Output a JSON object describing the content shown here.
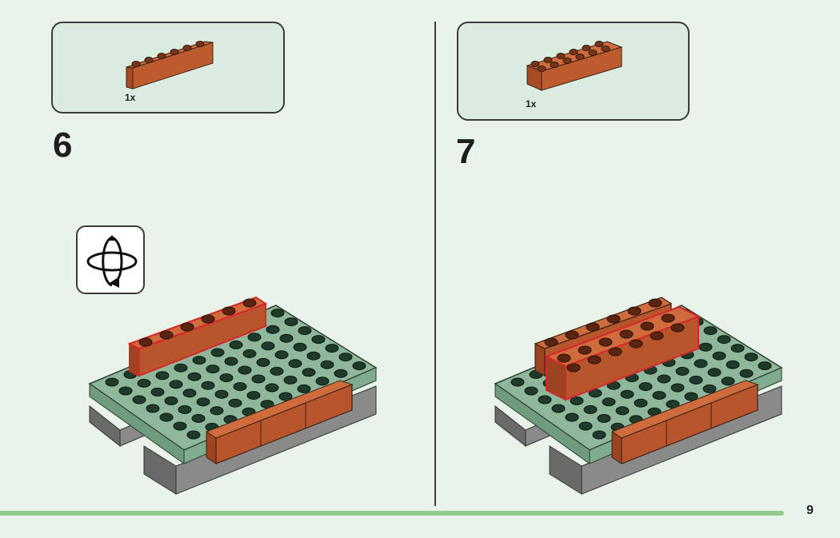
{
  "steps": [
    {
      "number": "6",
      "parts": [
        {
          "quantity": "1x",
          "part": "brick-1x6",
          "color": "#b8552c"
        }
      ]
    },
    {
      "number": "7",
      "parts": [
        {
          "quantity": "1x",
          "part": "brick-2x6",
          "color": "#b8552c"
        }
      ]
    }
  ],
  "colors": {
    "brick": "#b8552c",
    "plate": "#8fb79c",
    "base_gray": "#7e7e7e",
    "highlight": "#d8262b",
    "footer_bar": "#96c98c",
    "background": "#e9f3ea"
  },
  "icons": {
    "rotate": "rotate-model-icon"
  },
  "page": {
    "number": "9"
  }
}
